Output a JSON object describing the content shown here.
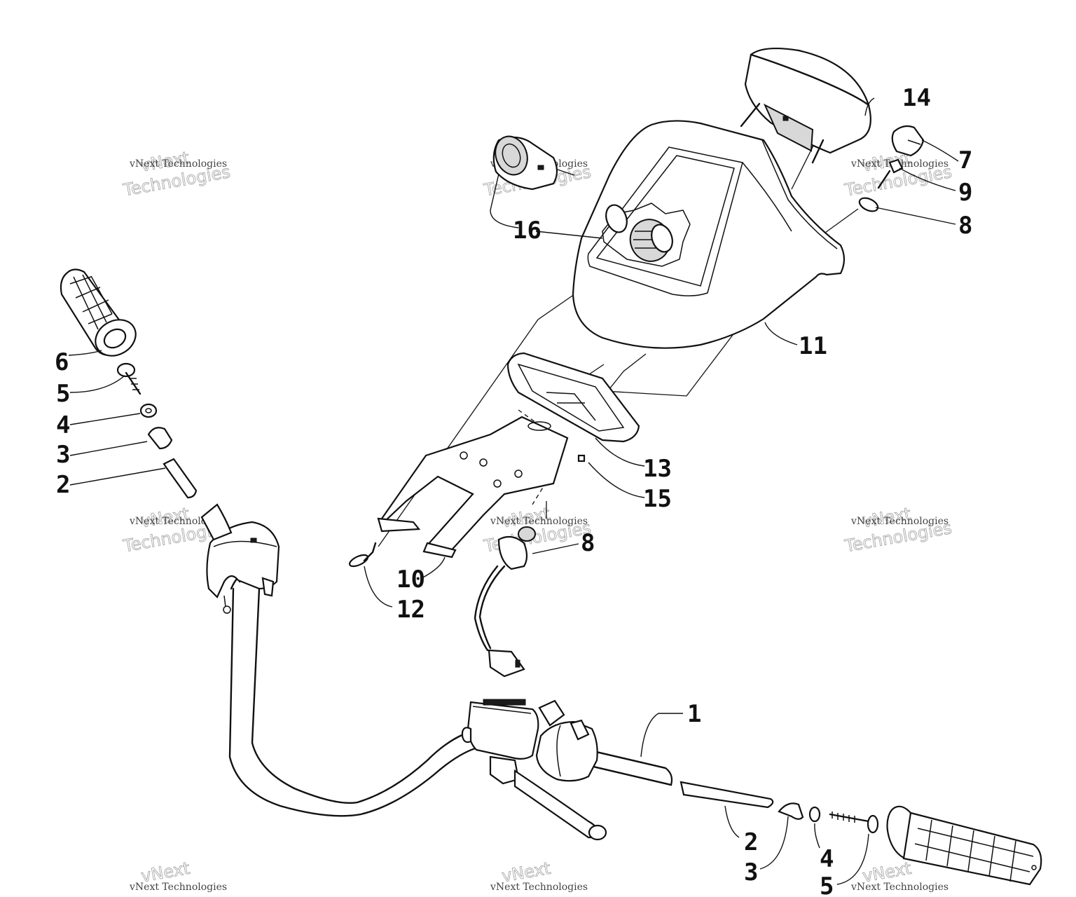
{
  "callouts": [
    {
      "id": "c1",
      "text": "1"
    },
    {
      "id": "c2a",
      "text": "2"
    },
    {
      "id": "c2b",
      "text": "2"
    },
    {
      "id": "c3a",
      "text": "3"
    },
    {
      "id": "c3b",
      "text": "3"
    },
    {
      "id": "c4a",
      "text": "4"
    },
    {
      "id": "c4b",
      "text": "4"
    },
    {
      "id": "c5a",
      "text": "5"
    },
    {
      "id": "c5b",
      "text": "5"
    },
    {
      "id": "c6",
      "text": "6"
    },
    {
      "id": "c7",
      "text": "7"
    },
    {
      "id": "c8a",
      "text": "8"
    },
    {
      "id": "c8b",
      "text": "8"
    },
    {
      "id": "c9",
      "text": "9"
    },
    {
      "id": "c10",
      "text": "10"
    },
    {
      "id": "c11",
      "text": "11"
    },
    {
      "id": "c12",
      "text": "12"
    },
    {
      "id": "c13",
      "text": "13"
    },
    {
      "id": "c14",
      "text": "14"
    },
    {
      "id": "c15",
      "text": "15"
    },
    {
      "id": "c16",
      "text": "16"
    }
  ],
  "watermark": {
    "line_small": "vNext Technologies",
    "word_top": "vNext",
    "word_bottom": "Technologies"
  }
}
